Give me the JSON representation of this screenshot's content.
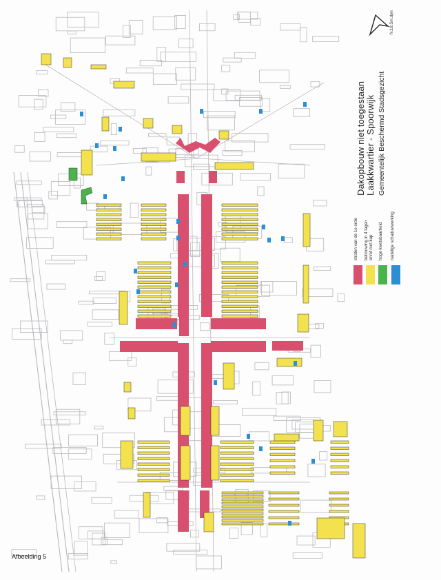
{
  "map": {
    "title_line1": "Dakopbouw niet toegestaan",
    "title_line2": "Laakkwartier - Spoorwijk",
    "subtitle": "Gemeentelijk Beschermd Stadsgezicht",
    "north_label": "N.18.Sm.dyn",
    "figure_label": "Afbeelding 5",
    "legend": [
      {
        "label": "straten van de 1e orde",
        "color": "#d9506e"
      },
      {
        "label": "bebouwing in 4 lagen en/of met kap",
        "color": "#f3e24e"
      },
      {
        "label": "hoge kwetsbaarheid",
        "color": "#4bb34b"
      },
      {
        "label": "nadelige schaduwwerking",
        "color": "#2a8fd4"
      }
    ],
    "icons": {
      "north_arrow": "north-arrow-icon"
    }
  }
}
